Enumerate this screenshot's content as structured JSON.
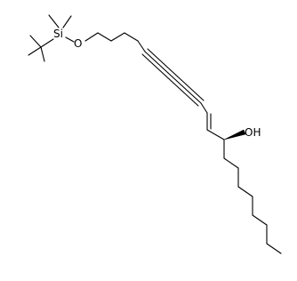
{
  "molecule": {
    "atom_labels": {
      "silicon": "Si",
      "ether_oxygen": "O",
      "hydroxyl": "OH"
    },
    "stereo_center": "wedge-bond"
  }
}
